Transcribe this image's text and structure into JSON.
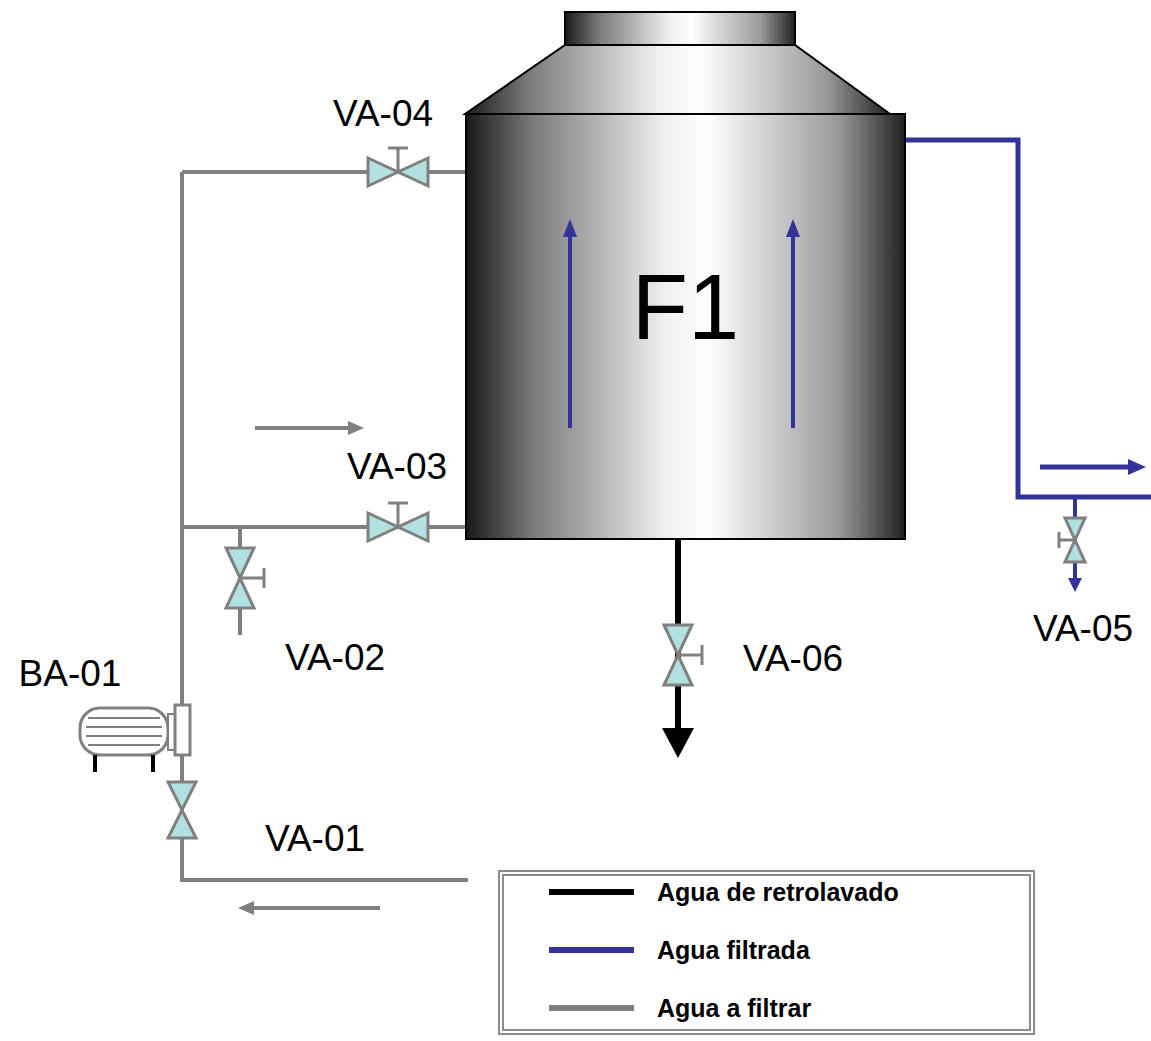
{
  "diagram": {
    "nodes": [
      {
        "text": [
          "F1"
        ]
      }
    ],
    "edges": [],
    "labels": [
      "VA-04",
      "VA-03",
      "VA-02",
      "BA-01",
      "VA-06",
      "VA-05",
      "VA-01"
    ],
    "legend": [
      {
        "text": "Agua de retrolavado",
        "color": "#000000"
      },
      {
        "text": "Agua filtrada",
        "color": "#333399"
      },
      {
        "text": "Agua a filtrar",
        "color": "#808080"
      }
    ]
  }
}
